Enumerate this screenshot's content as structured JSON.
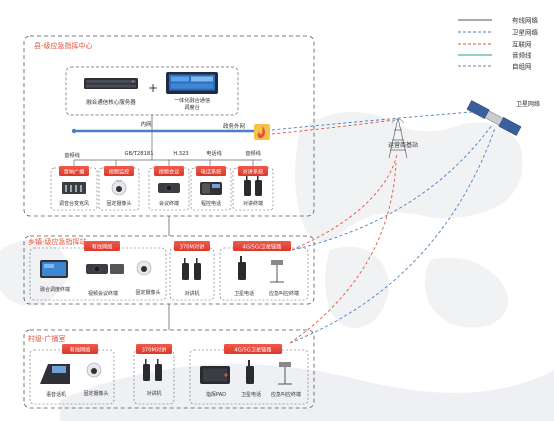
{
  "legend": [
    {
      "label": "有线网络",
      "color": "#555555",
      "dash": "none"
    },
    {
      "label": "卫星网络",
      "color": "#4a7fc4",
      "dash": "dashed"
    },
    {
      "label": "互联网",
      "color": "#e2533c",
      "dash": "dashed"
    },
    {
      "label": "音频线",
      "color": "#2aa37a",
      "dash": "none"
    },
    {
      "label": "自组网",
      "color": "#6e84a8",
      "dash": "dashed"
    }
  ],
  "sections": {
    "county": {
      "title": "县-级应急指挥中心",
      "server_label": "融合通信核心服务器",
      "console_label_1": "一体化融合通信",
      "console_label_2": "调度台",
      "intranet_label": "内网",
      "extranet_label": "政务外网",
      "interfaces": [
        "音频线",
        "GB/T28181",
        "H.323",
        "电话线",
        "音频线"
      ],
      "units": [
        {
          "tag": "音响广播",
          "device": "调音台变克风"
        },
        {
          "tag": "视频监控",
          "device": "固定摄像头"
        },
        {
          "tag": "视频会议",
          "device": "会议终端"
        },
        {
          "tag": "电话系统",
          "device": "程控电话"
        },
        {
          "tag": "对讲系统",
          "device": "对讲终端"
        }
      ]
    },
    "township": {
      "title": "乡镇-级应急指挥站",
      "wired_tag": "有线网络",
      "trunk_tag": "370M对讲",
      "wireless_tag": "4G/5G/卫星链路",
      "devices": [
        "融合调度终端",
        "视频会议终端",
        "固定摄像头",
        "对讲机",
        "卫星电话",
        "应急叫应终端"
      ]
    },
    "village": {
      "title": "村级-广播室",
      "wired_tag": "有线网络",
      "trunk_tag": "370M对讲",
      "wireless_tag": "4G/5G卫星链路",
      "devices": [
        "语音话机",
        "固定摄像头",
        "对讲机",
        "指挥PAD",
        "卫星电话",
        "应急叫应终端"
      ]
    }
  },
  "external": {
    "satellite_label": "卫星网络",
    "base_station_label": "运营商基站"
  }
}
